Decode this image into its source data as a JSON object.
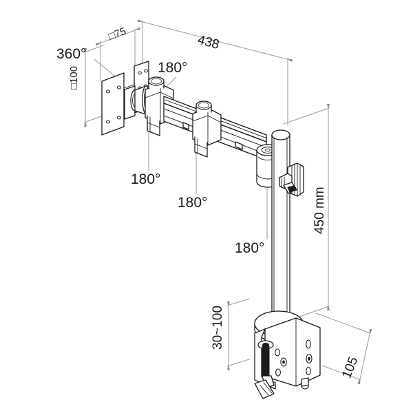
{
  "drawing": {
    "title": "Monitor desk mount arm technical dimension drawing",
    "background_color": "#ffffff",
    "line_color": "#1a1a1a",
    "dimension_line_color": "#9a9a9a",
    "labels": {
      "rotation_360": "360°",
      "vesa_width": "□75",
      "vesa_height": "□100",
      "arm_reach": "438",
      "joint_1": "180°",
      "joint_2": "180°",
      "joint_3": "180°",
      "joint_4": "180°",
      "pole_height": "450 mm",
      "clamp_range": "30~100",
      "clamp_depth": "105"
    }
  }
}
